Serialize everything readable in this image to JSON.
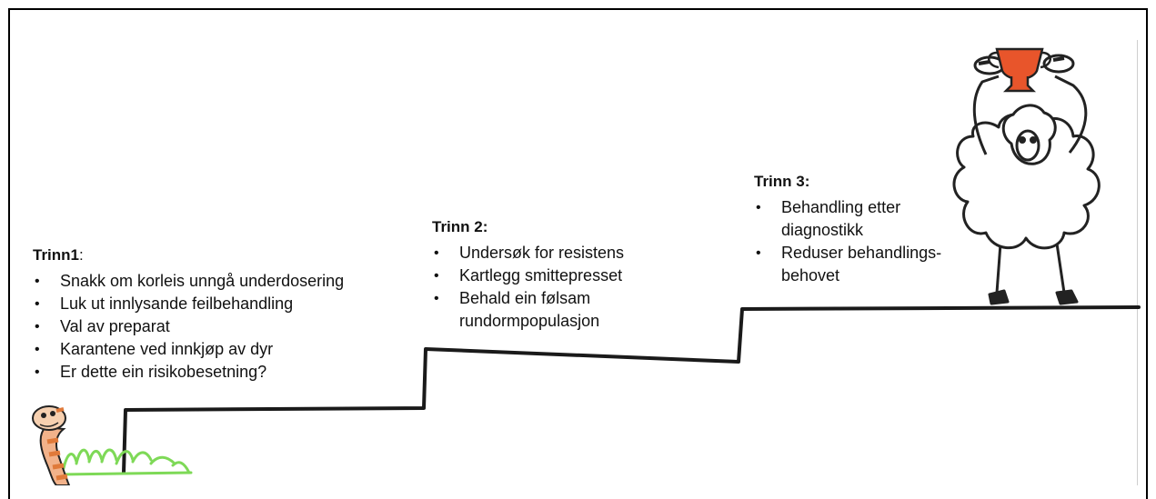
{
  "steps": [
    {
      "title": "Trinn1",
      "title_suffix": ":",
      "items": [
        "Snakk om korleis unngå underdosering",
        "Luk ut innlysande feilbehandling",
        "Val av preparat",
        "Karantene ved innkjøp av  dyr",
        "Er dette ein risikobesetning?"
      ]
    },
    {
      "title": "Trinn 2:",
      "title_suffix": "",
      "items": [
        "Undersøk for resistens",
        "Kartlegg smittepresset",
        "Behald ein følsam rundormpopulasjon"
      ]
    },
    {
      "title": "Trinn 3:",
      "title_suffix": "",
      "items": [
        "Behandling etter diagnostikk",
        "Reduser behandlings-behovet"
      ]
    }
  ],
  "colors": {
    "stair_line": "#1a1a1a",
    "grass": "#7ed957",
    "worm_body": "#e07a3a",
    "trophy": "#e8552b",
    "sheep_outline": "#222222"
  },
  "icons": {
    "worm": "worm-illustration",
    "sheep": "sheep-with-trophy-illustration",
    "grass": "grass-tuft"
  }
}
